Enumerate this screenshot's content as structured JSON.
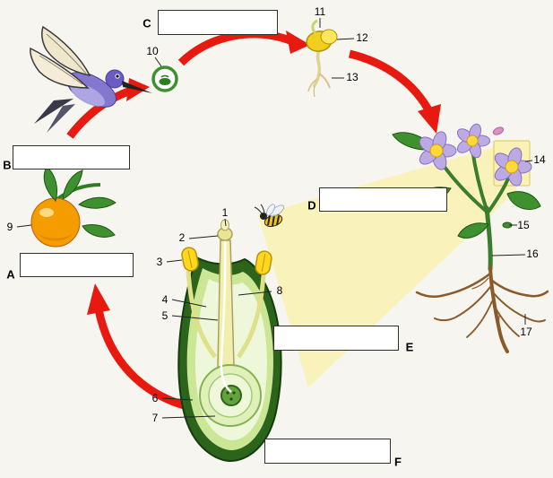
{
  "letters": {
    "a": "A",
    "b": "B",
    "c": "C",
    "d": "D",
    "e": "E",
    "f": "F"
  },
  "numbers": {
    "n1": "1",
    "n2": "2",
    "n3": "3",
    "n4": "4",
    "n5": "5",
    "n6": "6",
    "n7": "7",
    "n8": "8",
    "n9": "9",
    "n10": "10",
    "n11": "11",
    "n12": "12",
    "n13": "13",
    "n14": "14",
    "n15": "15",
    "n16": "16",
    "n17": "17"
  },
  "colors": {
    "arrow_red": "#e8190f",
    "beam_yellow": "#f9f2b4",
    "fruit_orange": "#f59d00",
    "flower_purple": "#bcaae4",
    "leaf_green": "#3f9130",
    "anther_yellow": "#ffd71c",
    "root_brown": "#8a5a28",
    "seed_ring_green": "#3f8f2f",
    "box_border": "#2f2f2f"
  },
  "illustrations": {
    "hummingbird": "hummingbird-pollinator",
    "seed_circle": "seed-in-circle",
    "germinating_seed": "germinating-seed",
    "fruit": "ripe-fruit",
    "flower_cross_section": "flower-cross-section",
    "bee": "bee-pollinator",
    "flowering_plant": "flowering-plant-with-roots",
    "light_beam": "magnify-beam",
    "cycle_arrows": "red-cycle-arrows"
  }
}
